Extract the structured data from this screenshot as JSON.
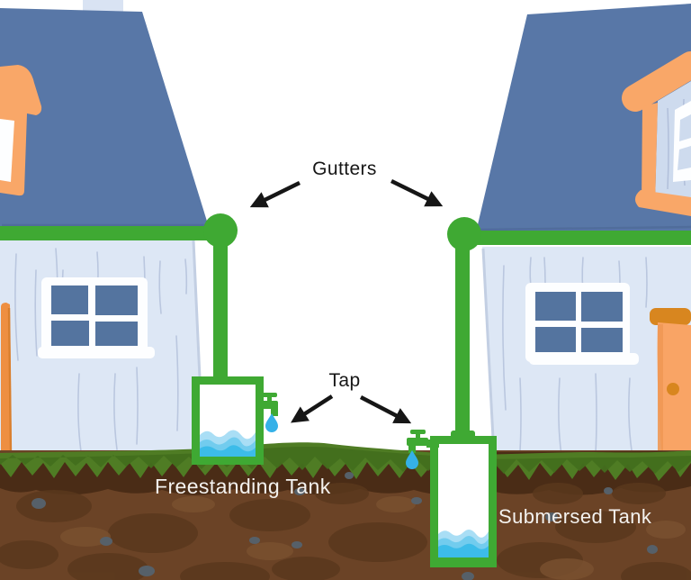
{
  "labels": {
    "gutters": "Gutters",
    "tap": "Tap",
    "freestanding_tank": "Freestanding Tank",
    "submersed_tank": "Submersed Tank"
  },
  "colors": {
    "sky_white": "#ffffff",
    "roof_blue": "#5877a7",
    "roof_edge": "#4a6693",
    "chimney_blue": "#d9e3f3",
    "wall_light": "#dde7f5",
    "wall_streak": "#b5c2dc",
    "wall_shadow": "#c3cfe3",
    "window_pane": "#54749f",
    "window_frame": "#fdfeff",
    "trim_orange": "#f9a768",
    "door_orange": "#f9a465",
    "door_trim_dark": "#d8861f",
    "door_strip": "#ee8f42",
    "pipe_green": "#3fa933",
    "grass_green": "#4f7c24",
    "grass_dark": "#426f1d",
    "dirt_brown": "#6b4326",
    "dirt_dark": "#4a2c16",
    "dirt_blob": "#5a381d",
    "dirt_blob_light": "#7a5130",
    "rock_gray": "#566069",
    "water_light": "#a9def5",
    "water_mid": "#72ccee",
    "water_deep": "#3cbce9",
    "drop_blue": "#35b1e8",
    "label_dark": "#161616",
    "label_light": "#f4f2ef"
  }
}
